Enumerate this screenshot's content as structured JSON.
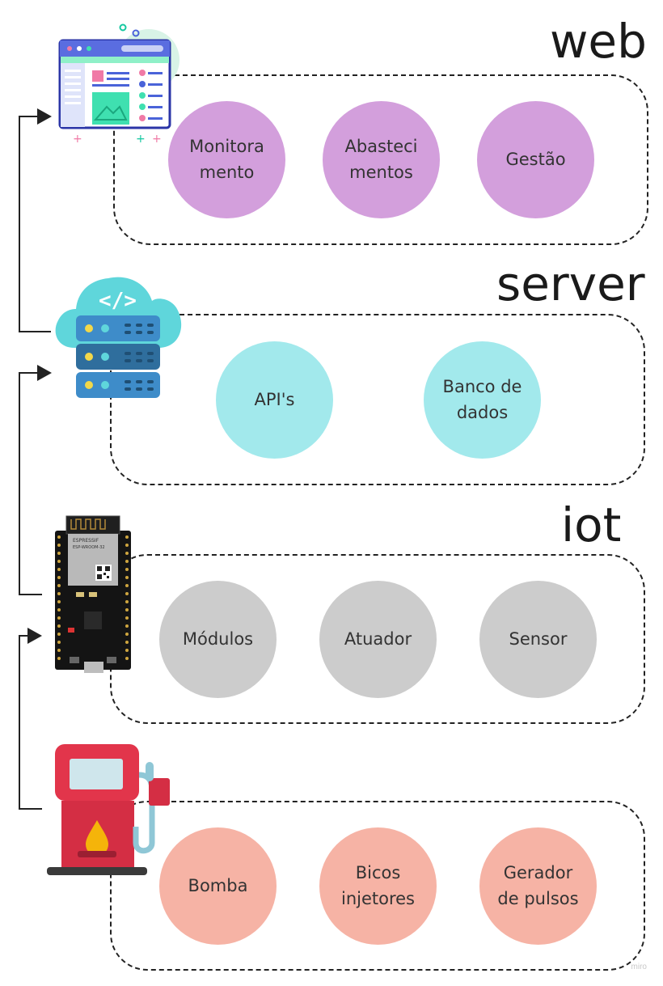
{
  "layers": {
    "web": {
      "title": "web",
      "nodes": [
        "Monitoramento",
        "Abastecimentos",
        "Gestão"
      ],
      "color": "#d39fdc"
    },
    "server": {
      "title": "server",
      "nodes": [
        "API's",
        "Banco de dados"
      ],
      "color": "#a2e9ec"
    },
    "iot": {
      "title": "iot",
      "nodes": [
        "Módulos",
        "Atuador",
        "Sensor"
      ],
      "color": "#cccccc",
      "board_brand": "ESPRESSIF",
      "board_model": "ESP-WROOM-32"
    },
    "pump": {
      "title": "",
      "nodes": [
        "Bomba",
        "Bicos injetores",
        "Gerador de pulsos"
      ],
      "color": "#f6b3a5"
    }
  },
  "icons": {
    "web": "web-browser-icon",
    "server": "cloud-server-icon",
    "iot": "esp32-board-icon",
    "pump": "fuel-pump-icon"
  },
  "connection": "each lower layer sends data to the layer above",
  "watermark": "miro"
}
